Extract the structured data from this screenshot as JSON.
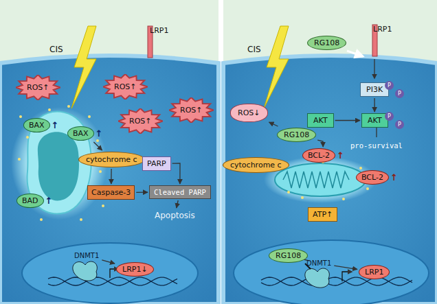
{
  "diagram": {
    "nodes": [
      {
        "text": [
          "ROS↑"
        ]
      },
      {
        "text": [
          "ROS↑"
        ]
      },
      {
        "text": [
          "ROS↑"
        ]
      },
      {
        "text": [
          "ROS↑"
        ]
      },
      {
        "text": [
          "BAX",
          "↑"
        ]
      },
      {
        "text": [
          "BAX",
          "↑"
        ]
      },
      {
        "text": [
          "BAD",
          "↑"
        ]
      },
      {
        "text": [
          "cytochrome c"
        ]
      },
      {
        "text": [
          "PARP"
        ]
      },
      {
        "text": [
          "Caspase-3"
        ]
      },
      {
        "text": [
          "Cleaved PARP"
        ]
      },
      {
        "text": [
          "Apoptosis"
        ]
      },
      {
        "text": [
          "DNMT1"
        ]
      },
      {
        "text": [
          "LRP1↓"
        ]
      },
      {
        "text": [
          "RG108"
        ]
      },
      {
        "text": [
          "PI3K"
        ]
      },
      {
        "text": [
          "AKT"
        ]
      },
      {
        "text": [
          "AKT"
        ]
      },
      {
        "text": [
          "ROS↓"
        ]
      },
      {
        "text": [
          "RG108"
        ]
      },
      {
        "text": [
          "cytochrome c"
        ]
      },
      {
        "text": [
          "BCL-2",
          "↑"
        ]
      },
      {
        "text": [
          "BCL-2",
          "↑"
        ]
      },
      {
        "text": [
          "ATP↑"
        ]
      },
      {
        "text": [
          "RG108"
        ]
      },
      {
        "text": [
          "DNMT1"
        ]
      },
      {
        "text": [
          "LRP1"
        ]
      }
    ],
    "edges": [
      {
        "from": 5,
        "to": 7,
        "arrow": "to"
      },
      {
        "from": 7,
        "to": 9,
        "arrow": "to"
      },
      {
        "from": 9,
        "to": 10,
        "arrow": "to"
      },
      {
        "from": 8,
        "to": 10,
        "arrow": "to"
      },
      {
        "from": 10,
        "to": 11,
        "arrow": "to"
      },
      {
        "from": 15,
        "to": 17,
        "arrow": "to"
      },
      {
        "from": 16,
        "to": 17,
        "arrow": "to"
      },
      {
        "from": 19,
        "to": 18,
        "arrow": "to"
      },
      {
        "from": 19,
        "to": 21,
        "arrow": "to"
      },
      {
        "from": 24,
        "to": 25,
        "arrow": "none"
      },
      {
        "from": 12,
        "to": 13,
        "arrow": "to"
      },
      {
        "from": 25,
        "to": 26,
        "arrow": "to"
      }
    ],
    "labels": [
      "CIS",
      "LRP1",
      "CIS",
      "LRP1",
      "pro-survival",
      "P",
      "P",
      "P",
      "P"
    ]
  }
}
